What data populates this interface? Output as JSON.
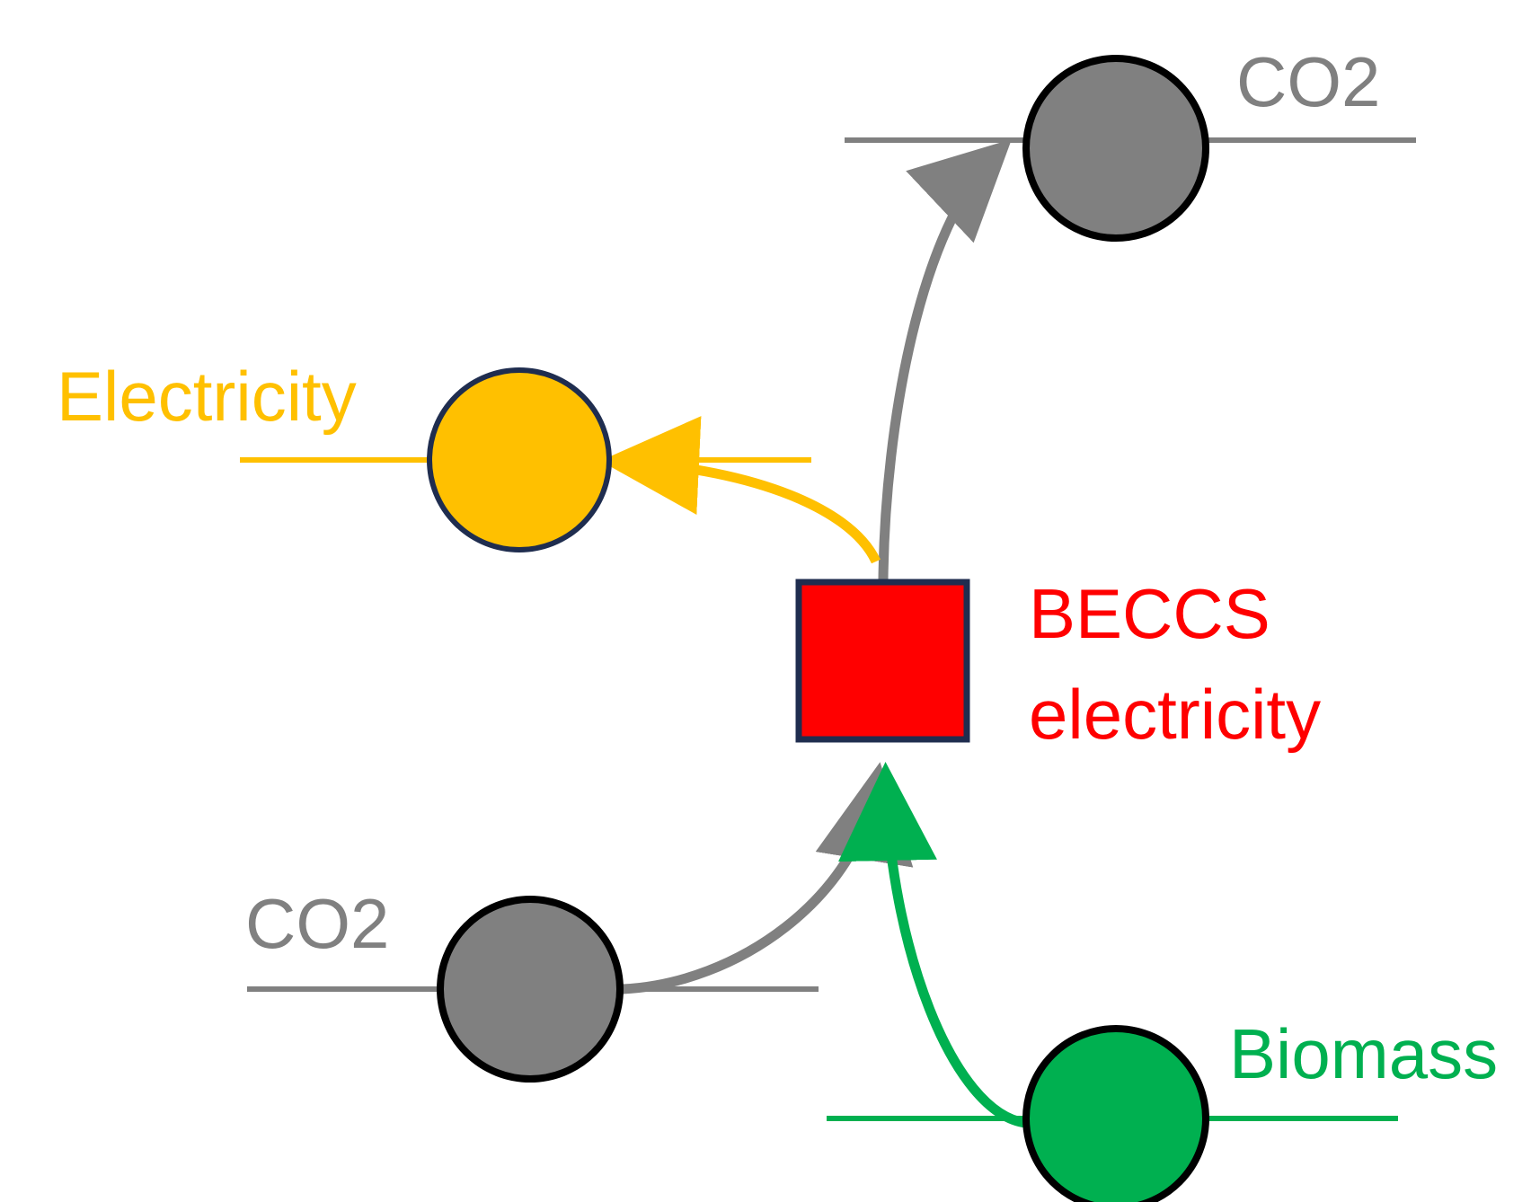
{
  "colors": {
    "electricity": "#FFC000",
    "co2": "#808080",
    "biomass": "#00B050",
    "process": "#FF0000",
    "process_border": "#1F2D4F"
  },
  "labels": {
    "co2_top": "CO2",
    "electricity": "Electricity",
    "process_line1": "BECCS",
    "process_line2": "electricity",
    "co2_bottom": "CO2",
    "biomass": "Biomass"
  }
}
